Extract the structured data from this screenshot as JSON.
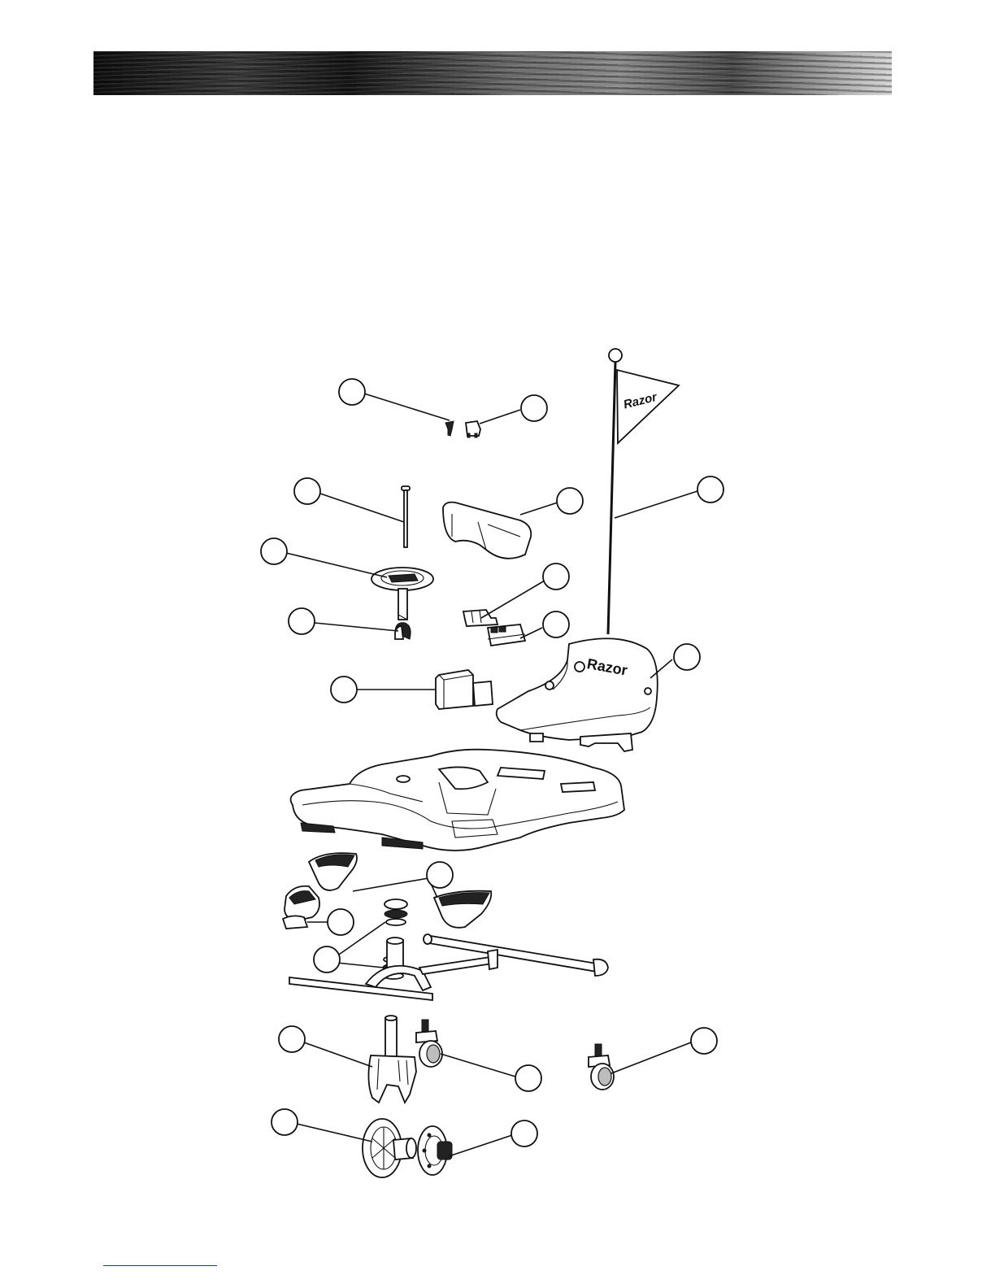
{
  "header": {
    "style": "brushed-metal-banner"
  },
  "diagram": {
    "parts": [
      {
        "id": "ignition-key",
        "icon": "key-icon"
      },
      {
        "id": "power-switch",
        "icon": "switch-icon"
      },
      {
        "id": "steering-bolt",
        "icon": "bolt-icon"
      },
      {
        "id": "rear-fender",
        "icon": "fender-icon"
      },
      {
        "id": "flag-pole",
        "icon": "flag-icon",
        "flag_text": "Razor"
      },
      {
        "id": "steering-wheel",
        "icon": "steering-wheel-icon"
      },
      {
        "id": "connector-clip",
        "icon": "clip-icon"
      },
      {
        "id": "controller-box",
        "icon": "controller-icon"
      },
      {
        "id": "seat",
        "icon": "seat-icon",
        "logo_text": "Razor"
      },
      {
        "id": "wheel-cap",
        "icon": "cap-icon"
      },
      {
        "id": "battery",
        "icon": "battery-icon"
      },
      {
        "id": "main-frame",
        "icon": "chassis-icon"
      },
      {
        "id": "foot-pegs",
        "icon": "foot-peg-icon"
      },
      {
        "id": "throttle-pedal",
        "icon": "pedal-icon"
      },
      {
        "id": "bearing-set",
        "icon": "bearing-icon"
      },
      {
        "id": "rear-axle-frame",
        "icon": "axle-frame-icon"
      },
      {
        "id": "front-fork",
        "icon": "fork-icon"
      },
      {
        "id": "caster-wheel-left",
        "icon": "caster-icon"
      },
      {
        "id": "caster-wheel-right",
        "icon": "caster-icon"
      },
      {
        "id": "front-wheel",
        "icon": "wheel-icon"
      },
      {
        "id": "hub-motor",
        "icon": "motor-icon"
      }
    ]
  },
  "colors": {
    "line": "#111111",
    "paper": "#ffffff",
    "footer_rule": "#2a2fb8"
  }
}
